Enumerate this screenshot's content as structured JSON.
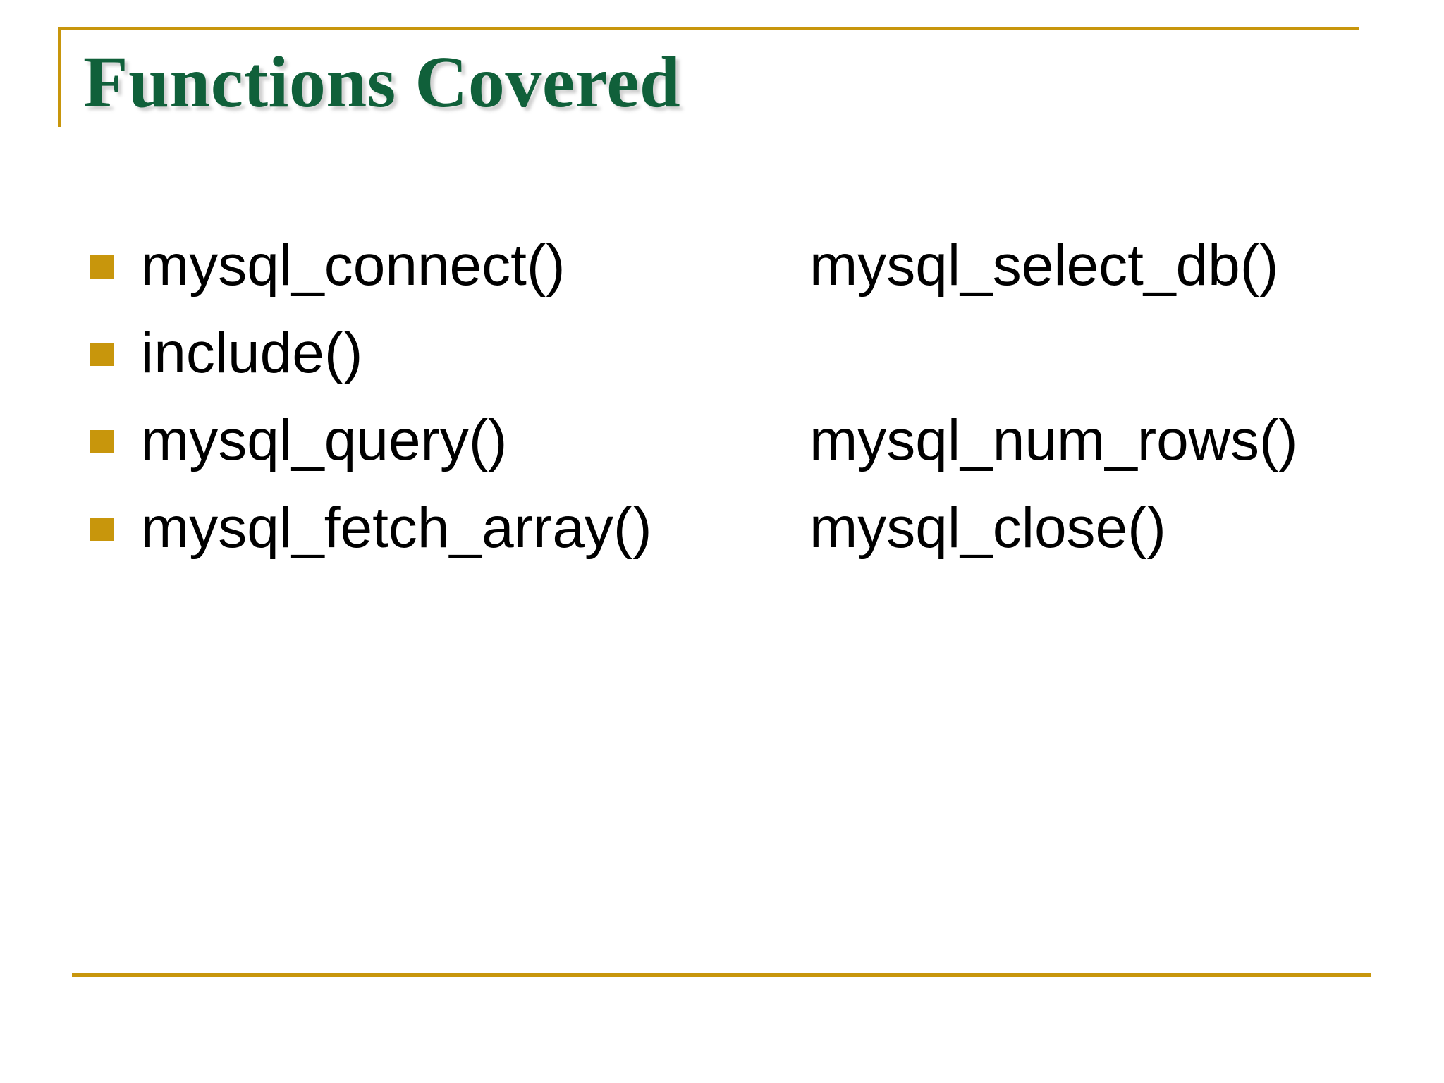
{
  "slide": {
    "title": "Functions Covered",
    "theme": {
      "background": "#ffffff",
      "title_color": "#10603A",
      "accent_color": "#C8960C",
      "body_text_color": "#000000"
    },
    "bullets": [
      {
        "left": "mysql_connect()",
        "right": "mysql_select_db()"
      },
      {
        "left": "include()",
        "right": ""
      },
      {
        "left": "mysql_query()",
        "right": "mysql_num_rows()"
      },
      {
        "left": "mysql_fetch_array()",
        "right": "mysql_close()"
      }
    ]
  }
}
